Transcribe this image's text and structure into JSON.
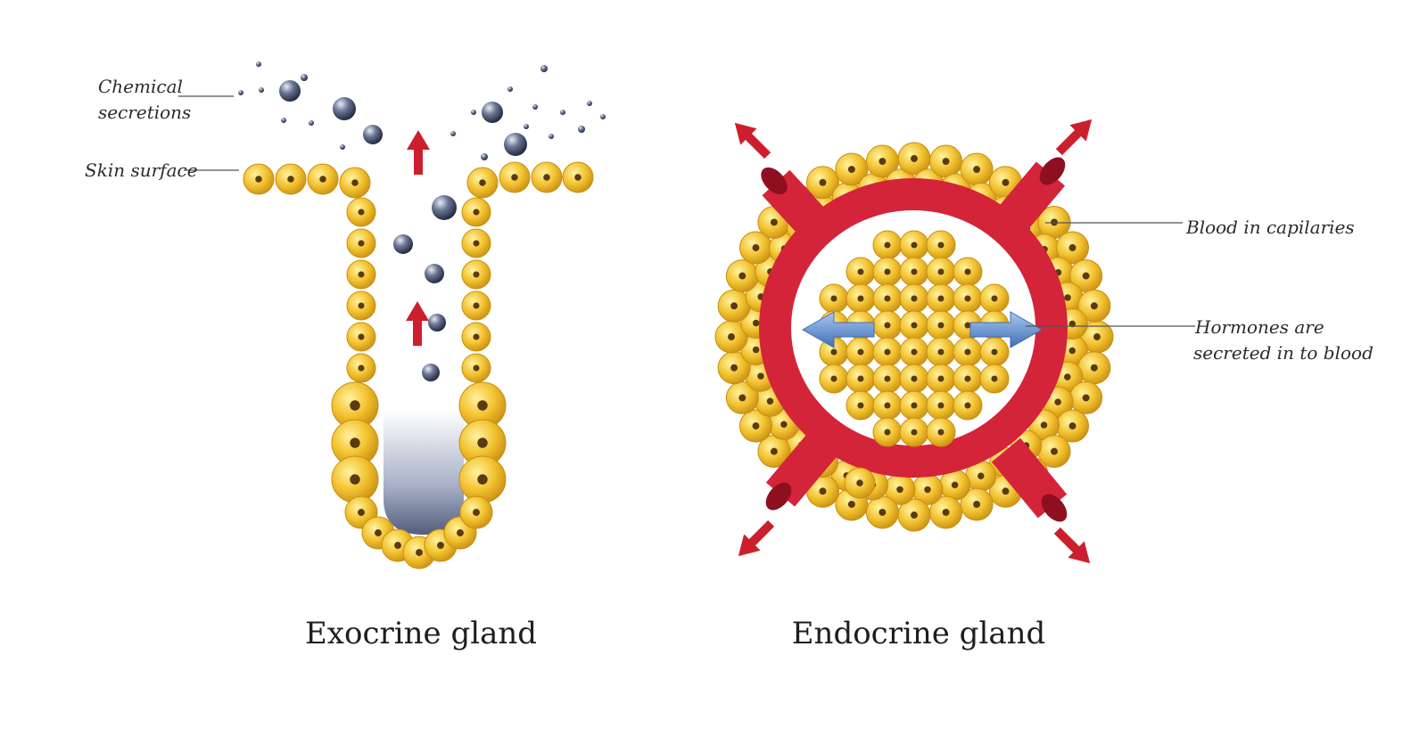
{
  "exocrine": {
    "caption": "Exocrine gland",
    "label_secretions_line1": "Chemical",
    "label_secretions_line2": "secretions",
    "label_skin": "Skin surface"
  },
  "endocrine": {
    "caption": "Endocrine gland",
    "label_blood": "Blood in capilaries",
    "label_hormones_line1": "Hormones are",
    "label_hormones_line2": "secreted in to blood"
  },
  "colors": {
    "cell_fill": "#f2c230",
    "cell_edge": "#c98f12",
    "nucleus": "#5a3a12",
    "vessel": "#d4243a",
    "vessel_dark": "#8e1020",
    "arrow_red": "#cc1f2e",
    "arrow_blue": "#5f8fd0",
    "droplet": "#4a5570"
  }
}
